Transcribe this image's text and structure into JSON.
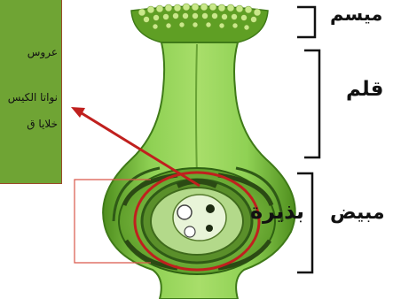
{
  "labels": {
    "stigma": "ميسم",
    "style": "قلم",
    "ovary": "مبيض",
    "ovule": "بذيرة"
  },
  "annotation_box": {
    "lines": [
      "عروس",
      "نواتا الكيس",
      "خلايا ق"
    ]
  },
  "colors": {
    "pistil_green": "#7fc545",
    "pistil_dark": "#3f7a18",
    "box_fill": "#6fa434",
    "arrow_red": "#c0201e",
    "callout_line": "#d9574a"
  }
}
